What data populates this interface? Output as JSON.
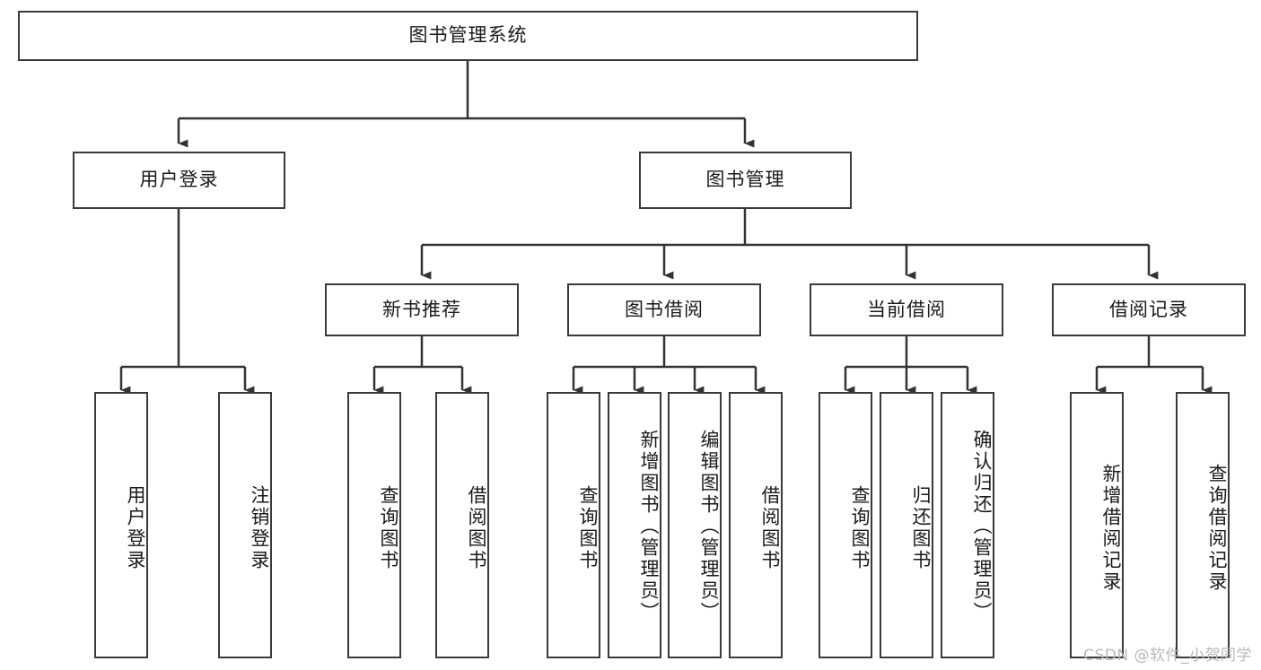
{
  "diagram": {
    "title": "图书管理系统",
    "type": "tree-hierarchy-flowchart",
    "background_color": "#ffffff",
    "line_color": "#3a3a3a",
    "text_color": "#1a1a1a"
  },
  "watermark": {
    "text": "CSDN @软件_小贺同学",
    "color": "#b9b9b9"
  },
  "nodes": {
    "root": {
      "label": "图书管理系统"
    },
    "level2": [
      {
        "id": "user-login",
        "label": "用户登录"
      },
      {
        "id": "book-management",
        "label": "图书管理"
      }
    ],
    "level3": [
      {
        "id": "new-book-recommend",
        "label": "新书推荐"
      },
      {
        "id": "book-borrow",
        "label": "图书借阅"
      },
      {
        "id": "current-borrow",
        "label": "当前借阅"
      },
      {
        "id": "borrow-record",
        "label": "借阅记录"
      }
    ],
    "leaves": [
      {
        "id": "leaf-user-login",
        "label": "用户登录",
        "parent": "user-login"
      },
      {
        "id": "leaf-logout-login",
        "label": "注销登录",
        "parent": "user-login"
      },
      {
        "id": "leaf-query-book-1",
        "label": "查询图书",
        "parent": "new-book-recommend"
      },
      {
        "id": "leaf-borrow-book-1",
        "label": "借阅图书",
        "parent": "new-book-recommend"
      },
      {
        "id": "leaf-query-book-2",
        "label": "查询图书",
        "parent": "book-borrow"
      },
      {
        "id": "leaf-add-book",
        "label": "新增图书（管理员）",
        "parent": "book-borrow"
      },
      {
        "id": "leaf-edit-book",
        "label": "编辑图书（管理员）",
        "parent": "book-borrow"
      },
      {
        "id": "leaf-borrow-book-2",
        "label": "借阅图书",
        "parent": "book-borrow"
      },
      {
        "id": "leaf-query-book-3",
        "label": "查询图书",
        "parent": "current-borrow"
      },
      {
        "id": "leaf-return-book",
        "label": "归还图书",
        "parent": "current-borrow"
      },
      {
        "id": "leaf-confirm-return",
        "label": "确认归还（管理员）",
        "parent": "current-borrow"
      },
      {
        "id": "leaf-add-record",
        "label": "新增借阅记录",
        "parent": "borrow-record"
      },
      {
        "id": "leaf-query-record",
        "label": "查询借阅记录",
        "parent": "borrow-record"
      }
    ]
  }
}
